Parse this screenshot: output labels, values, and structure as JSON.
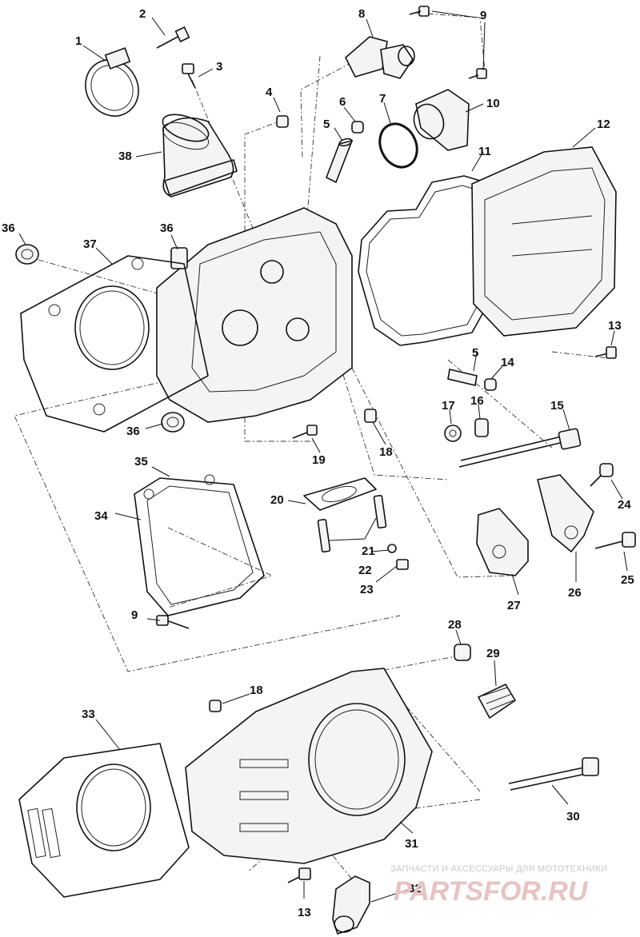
{
  "watermark": {
    "caption": "ЗАПЧАСТИ И АКСЕССУАРЫ ДЛЯ МОТОТЕХНИКИ",
    "brand": "PARTSFOR.RU"
  },
  "labels": [
    {
      "id": "l1",
      "text": "1"
    },
    {
      "id": "l2",
      "text": "2"
    },
    {
      "id": "l3",
      "text": "3"
    },
    {
      "id": "l4",
      "text": "4"
    },
    {
      "id": "l5a",
      "text": "5"
    },
    {
      "id": "l5b",
      "text": "5"
    },
    {
      "id": "l6",
      "text": "6"
    },
    {
      "id": "l7",
      "text": "7"
    },
    {
      "id": "l8",
      "text": "8"
    },
    {
      "id": "l9a",
      "text": "9"
    },
    {
      "id": "l9b",
      "text": "9"
    },
    {
      "id": "l10",
      "text": "10"
    },
    {
      "id": "l11",
      "text": "11"
    },
    {
      "id": "l12",
      "text": "12"
    },
    {
      "id": "l13a",
      "text": "13"
    },
    {
      "id": "l13b",
      "text": "13"
    },
    {
      "id": "l14",
      "text": "14"
    },
    {
      "id": "l15",
      "text": "15"
    },
    {
      "id": "l16",
      "text": "16"
    },
    {
      "id": "l17",
      "text": "17"
    },
    {
      "id": "l18a",
      "text": "18"
    },
    {
      "id": "l18b",
      "text": "18"
    },
    {
      "id": "l19",
      "text": "19"
    },
    {
      "id": "l20",
      "text": "20"
    },
    {
      "id": "l21",
      "text": "21"
    },
    {
      "id": "l22",
      "text": "22"
    },
    {
      "id": "l23",
      "text": "23"
    },
    {
      "id": "l24",
      "text": "24"
    },
    {
      "id": "l25",
      "text": "25"
    },
    {
      "id": "l26",
      "text": "26"
    },
    {
      "id": "l27",
      "text": "27"
    },
    {
      "id": "l28",
      "text": "28"
    },
    {
      "id": "l29",
      "text": "29"
    },
    {
      "id": "l30",
      "text": "30"
    },
    {
      "id": "l31",
      "text": "31"
    },
    {
      "id": "l32",
      "text": "32"
    },
    {
      "id": "l33",
      "text": "33"
    },
    {
      "id": "l34",
      "text": "34"
    },
    {
      "id": "l35",
      "text": "35"
    },
    {
      "id": "l36a",
      "text": "36"
    },
    {
      "id": "l36b",
      "text": "36"
    },
    {
      "id": "l36c",
      "text": "36"
    },
    {
      "id": "l37",
      "text": "37"
    },
    {
      "id": "l38",
      "text": "38"
    }
  ]
}
